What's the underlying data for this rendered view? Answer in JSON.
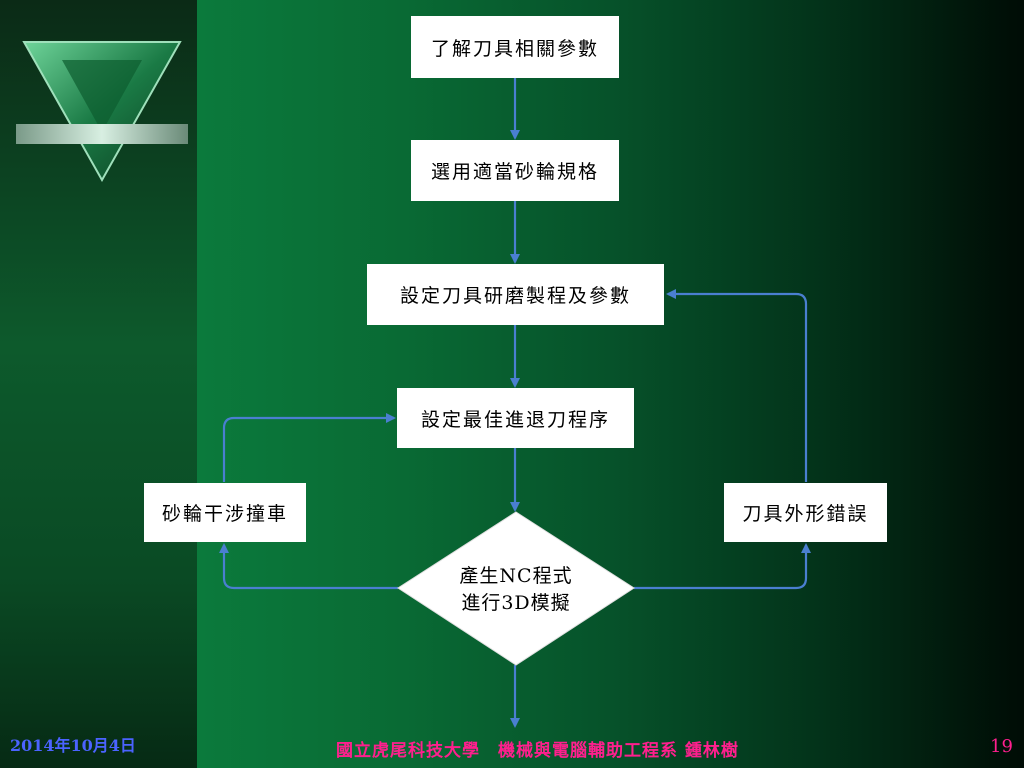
{
  "flowchart": {
    "nodes": {
      "step1": "了解刀具相關參數",
      "step2": "選用適當砂輪規格",
      "step3": "設定刀具研磨製程及參數",
      "step4": "設定最佳進退刀程序",
      "decision_line1": "產生NC程式",
      "decision_line2": "進行3D模擬",
      "left_branch": "砂輪干涉撞車",
      "right_branch": "刀具外形錯誤"
    }
  },
  "footer": {
    "date": "2014年10月4日",
    "institution": "國立虎尾科技大學　機械與電腦輔助工程系 鍾林樹",
    "page_number": "19"
  },
  "colors": {
    "arrow": "#4a7fd0",
    "footer_text": "#ff1f8e",
    "date_text": "#4b63ff"
  }
}
